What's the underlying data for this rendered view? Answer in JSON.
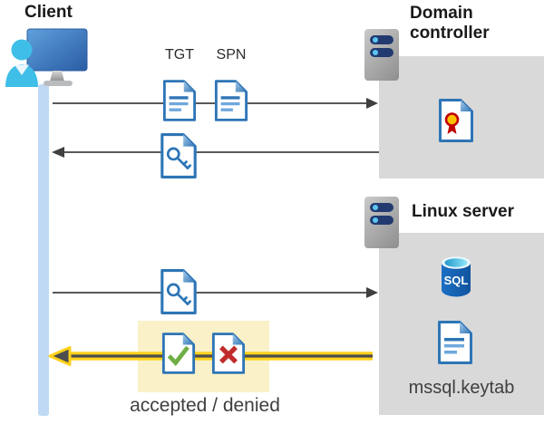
{
  "colors": {
    "doc-blue": "#2E75B6",
    "doc-line-light": "#6FA8DC",
    "timeline-blue": "#BFD9F4",
    "box-gray": "#D9D9D9",
    "highlight-yellow": "#FAF1C9",
    "arrow-gray": "#595959",
    "arrowhead-dark": "#3F3F3F",
    "gold": "#FFD21C",
    "gold-core": "#4D4D4D",
    "green-check": "#6FAE44",
    "red-x": "#C02B2B",
    "seal-yellow": "#FFC000",
    "seal-red": "#C00000",
    "server-navy": "#223A70",
    "server-dot": "#5BC6F0",
    "text-dark": "#1A1A1A",
    "text-gray": "#3F3F3F"
  },
  "client": {
    "label": "Client"
  },
  "domain_controller": {
    "label": "Domain controller"
  },
  "linux_server": {
    "label": "Linux server",
    "sql_label": "SQL",
    "keytab_label": "mssql.keytab"
  },
  "tickets": {
    "tgt_label": "TGT",
    "spn_label": "SPN"
  },
  "response": {
    "label": "accepted / denied"
  },
  "icons": {
    "client": "person-at-computer-icon",
    "domain_controller": "server-icon",
    "linux_server": "server-icon",
    "tgt": "document-icon",
    "spn": "document-icon",
    "ticket": "key-document-icon",
    "certificate": "certificate-document-icon",
    "database": "sql-database-icon",
    "keytab": "document-icon",
    "accepted": "check-document-icon",
    "denied": "x-document-icon"
  },
  "arrows": [
    {
      "name": "client-to-domain-controller",
      "direction": "right"
    },
    {
      "name": "domain-controller-to-client",
      "direction": "left"
    },
    {
      "name": "client-to-linux-server",
      "direction": "right"
    },
    {
      "name": "linux-server-to-client",
      "direction": "left",
      "highlighted": true
    }
  ]
}
